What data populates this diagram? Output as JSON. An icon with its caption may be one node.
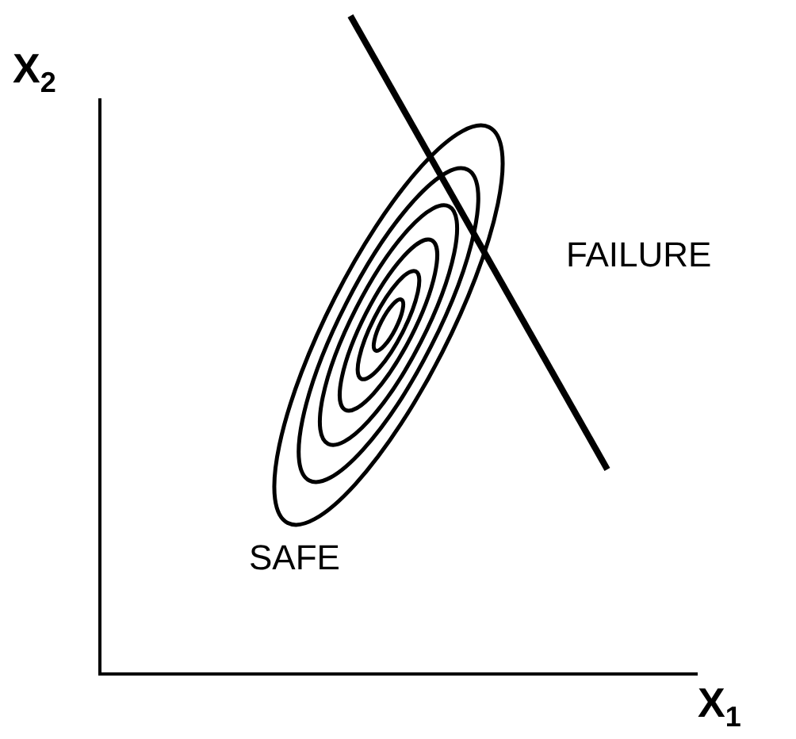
{
  "diagram": {
    "labels": [
      "X$_{2}$",
      "FAILURE",
      "SAFE",
      "X$_{1}$"
    ]
  }
}
